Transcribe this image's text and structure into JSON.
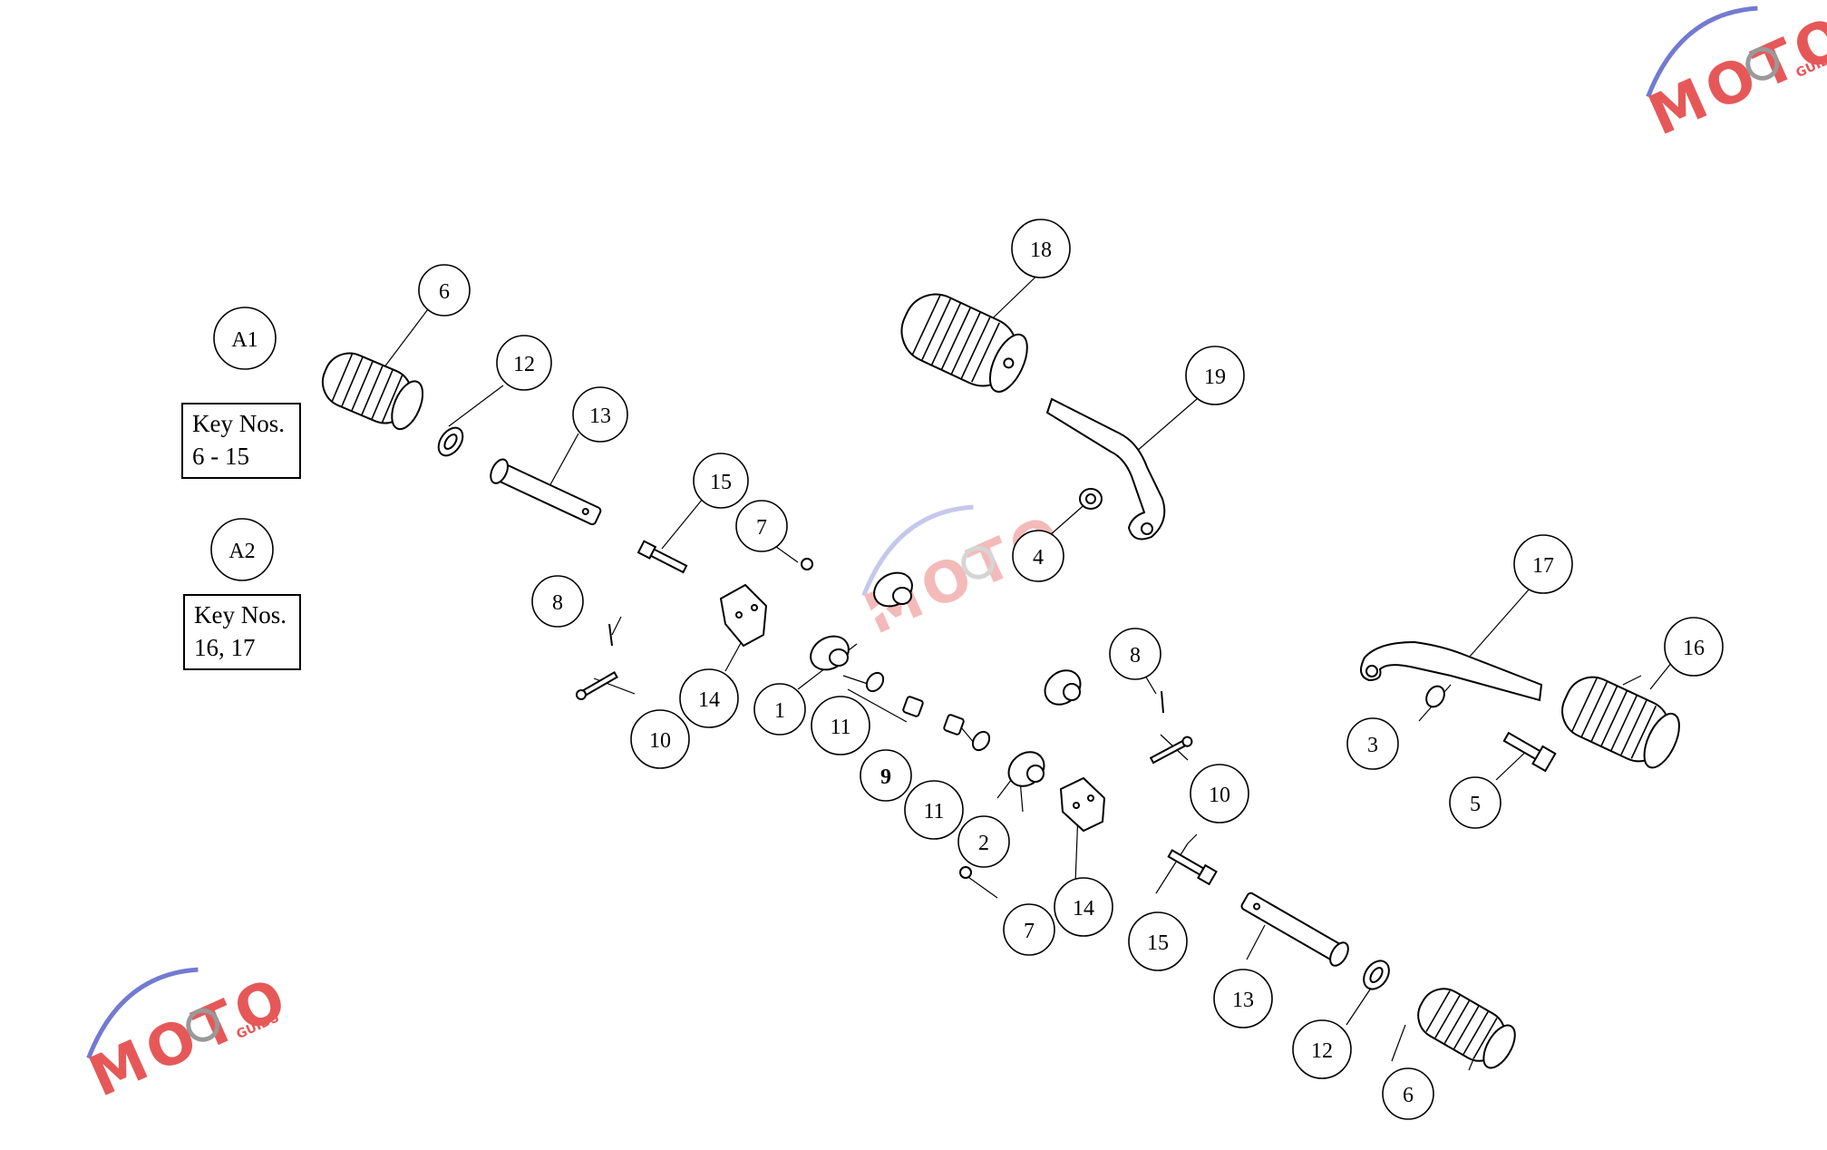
{
  "figure": {
    "callouts": [
      "1",
      "2",
      "3",
      "4",
      "5",
      "6",
      "7",
      "8",
      "9",
      "10",
      "11",
      "12",
      "13",
      "14",
      "15",
      "16",
      "17",
      "18",
      "19"
    ],
    "assembly_labels": [
      "A1",
      "A2"
    ],
    "key_boxes": [
      {
        "title": "Key Nos.",
        "range": "6 - 15"
      },
      {
        "title": "Key Nos.",
        "range": "16, 17"
      }
    ]
  },
  "watermark": {
    "text": "MOTO",
    "sub": "GUIDS",
    "color": "#e23b3b",
    "accent": "#5b63c9"
  }
}
